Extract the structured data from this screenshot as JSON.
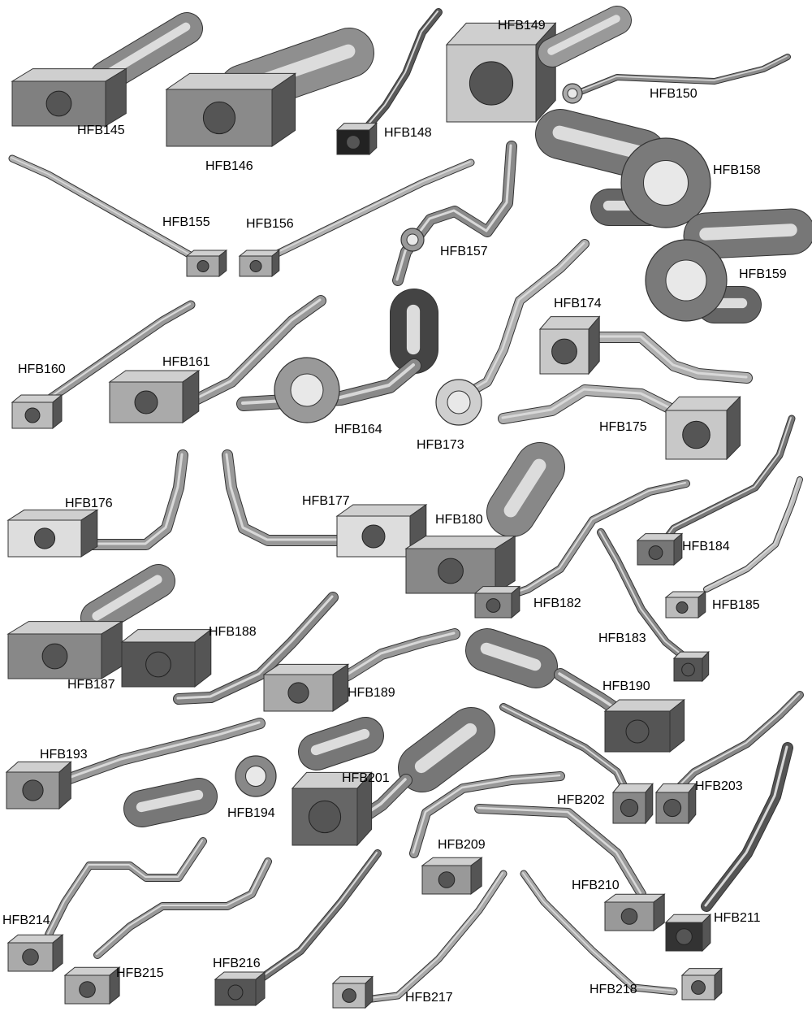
{
  "catalog": {
    "parts": [
      {
        "id": "hfb145",
        "label": "HFB145",
        "shape": "banjo_flat"
      },
      {
        "id": "hfb146",
        "label": "HFB146",
        "shape": "banjo_block"
      },
      {
        "id": "hfb148",
        "label": "HFB148",
        "shape": "pipe_block"
      },
      {
        "id": "hfb149",
        "label": "HFB149",
        "shape": "block"
      },
      {
        "id": "hfb150",
        "label": "HFB150",
        "shape": "pipe_ring"
      },
      {
        "id": "hfb155",
        "label": "HFB155",
        "shape": "pipe_block"
      },
      {
        "id": "hfb156",
        "label": "HFB156",
        "shape": "pipe_block"
      },
      {
        "id": "hfb157",
        "label": "HFB157",
        "shape": "pipe_ring"
      },
      {
        "id": "hfb158",
        "label": "HFB158",
        "shape": "cylinder_body"
      },
      {
        "id": "hfb159",
        "label": "HFB159",
        "shape": "cylinder_body"
      },
      {
        "id": "hfb160",
        "label": "HFB160",
        "shape": "pipe_block"
      },
      {
        "id": "hfb161",
        "label": "HFB161",
        "shape": "pipe_block"
      },
      {
        "id": "hfb164",
        "label": "HFB164",
        "shape": "pipe_nut"
      },
      {
        "id": "hfb173",
        "label": "HFB173",
        "shape": "pipe_block"
      },
      {
        "id": "hfb174",
        "label": "HFB174",
        "shape": "pipe_block"
      },
      {
        "id": "hfb175",
        "label": "HFB175",
        "shape": "pipe_block"
      },
      {
        "id": "hfb176",
        "label": "HFB176",
        "shape": "pipe_block"
      },
      {
        "id": "hfb177",
        "label": "HFB177",
        "shape": "pipe_block"
      },
      {
        "id": "hfb180",
        "label": "HFB180",
        "shape": "pipe_block"
      },
      {
        "id": "hfb182",
        "label": "HFB182",
        "shape": "pipe_block"
      },
      {
        "id": "hfb183",
        "label": "HFB183",
        "shape": "pipe_block"
      },
      {
        "id": "hfb184",
        "label": "HFB184",
        "shape": "pipe_block"
      },
      {
        "id": "hfb185",
        "label": "HFB185",
        "shape": "pipe_block"
      },
      {
        "id": "hfb187",
        "label": "HFB187",
        "shape": "banjo_flat"
      },
      {
        "id": "hfb188",
        "label": "HFB188",
        "shape": "pipe_block"
      },
      {
        "id": "hfb189",
        "label": "HFB189",
        "shape": "pipe_block"
      },
      {
        "id": "hfb190",
        "label": "HFB190",
        "shape": "pipe_block"
      },
      {
        "id": "hfb193",
        "label": "HFB193",
        "shape": "pipe_block"
      },
      {
        "id": "hfb194",
        "label": "HFB194",
        "shape": "pipe_ring"
      },
      {
        "id": "hfb201",
        "label": "HFB201",
        "shape": "pipe_block"
      },
      {
        "id": "hfb202",
        "label": "HFB202",
        "shape": "pipe_block"
      },
      {
        "id": "hfb203",
        "label": "HFB203",
        "shape": "pipe_nut"
      },
      {
        "id": "hfb209",
        "label": "HFB209",
        "shape": "pipe_block"
      },
      {
        "id": "hfb210",
        "label": "HFB210",
        "shape": "pipe_block"
      },
      {
        "id": "hfb211",
        "label": "HFB211",
        "shape": "pipe_block"
      },
      {
        "id": "hfb214",
        "label": "HFB214",
        "shape": "pipe_block"
      },
      {
        "id": "hfb215",
        "label": "HFB215",
        "shape": "pipe_block"
      },
      {
        "id": "hfb216",
        "label": "HFB216",
        "shape": "pipe_block"
      },
      {
        "id": "hfb217",
        "label": "HFB217",
        "shape": "pipe_block"
      },
      {
        "id": "hfb218",
        "label": "HFB218",
        "shape": "pipe_block"
      }
    ]
  }
}
